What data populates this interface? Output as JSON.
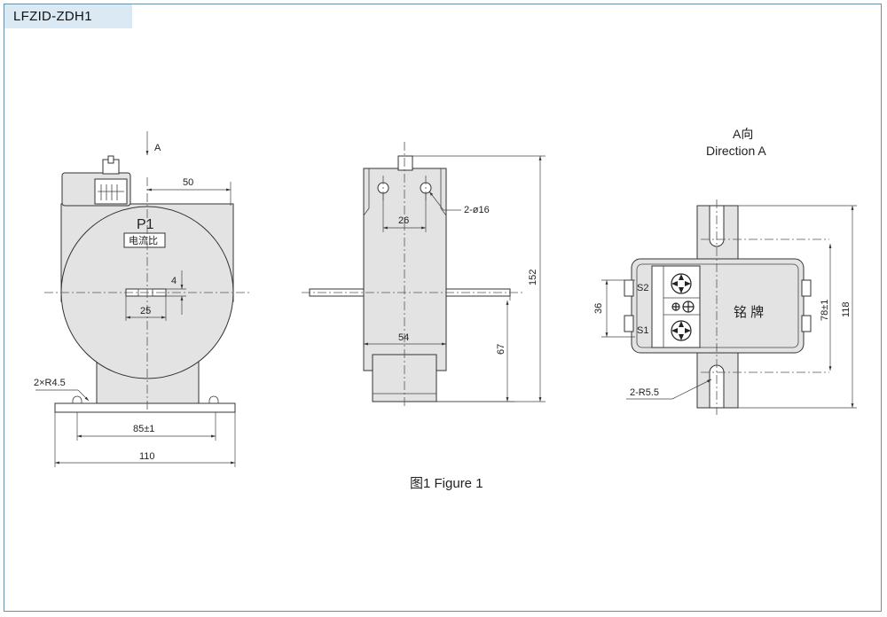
{
  "header": {
    "model": "LFZID-ZDH1"
  },
  "front_view": {
    "view_arrow_label": "A",
    "terminal_label": "P1",
    "ratio_label": "电流比",
    "dim_50": "50",
    "dim_4": "4",
    "dim_25": "25",
    "radius_label": "2×R4.5",
    "dim_85": "85±1",
    "dim_110": "110"
  },
  "side_view": {
    "hole_label": "2-ø16",
    "dim_26": "26",
    "dim_54": "54",
    "dim_67": "67",
    "dim_152": "152"
  },
  "direction_view": {
    "title_cn": "A向",
    "title_en": "Direction A",
    "s2": "S2",
    "s1": "S1",
    "nameplate": "铭 牌",
    "dim_36": "36",
    "dim_78": "78±1",
    "dim_118": "118",
    "radius_label": "2-R5.5"
  },
  "caption": "图1 Figure 1",
  "colors": {
    "frame": "#6a8fa8",
    "tab": "#dbe9f5",
    "body": "#e3e3e3",
    "line": "#333333"
  }
}
